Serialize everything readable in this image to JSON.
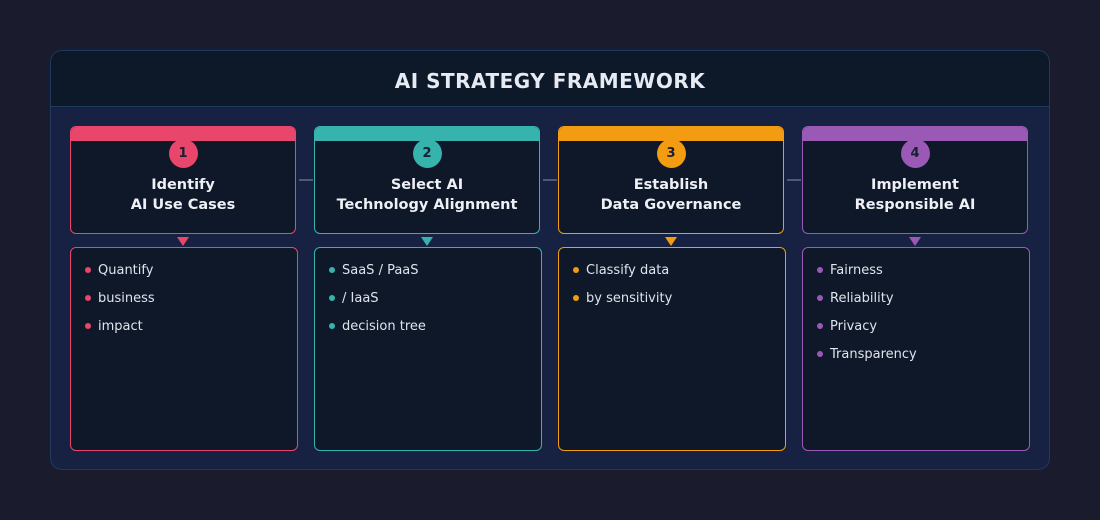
{
  "title": "AI STRATEGY FRAMEWORK",
  "steps": [
    {
      "number": "1",
      "title_lines": [
        "Identify",
        "AI Use Cases"
      ],
      "color": "#e8466a",
      "bullets": [
        "Quantify",
        "business",
        "impact"
      ]
    },
    {
      "number": "2",
      "title_lines": [
        "Select AI",
        "Technology Alignment"
      ],
      "color": "#36b3ac",
      "bullets": [
        "SaaS / PaaS",
        "/ IaaS",
        "decision tree"
      ]
    },
    {
      "number": "3",
      "title_lines": [
        "Establish",
        "Data Governance"
      ],
      "color": "#f39c12",
      "bullets": [
        "Classify data",
        "by sensitivity"
      ]
    },
    {
      "number": "4",
      "title_lines": [
        "Implement",
        "Responsible AI"
      ],
      "color": "#9b59b6",
      "bullets": [
        "Fairness",
        "Reliability",
        "Privacy",
        "Transparency"
      ]
    }
  ]
}
